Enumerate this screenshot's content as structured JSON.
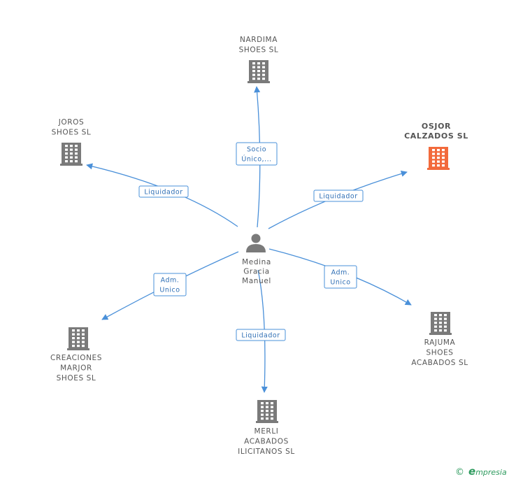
{
  "colors": {
    "edge": "#4a90d9",
    "building": "#7a7a7a",
    "building_highlight": "#f26a3c",
    "person": "#7a7a7a",
    "brand": "#2e9b5e"
  },
  "center": {
    "icon": "person-icon",
    "lines": [
      "Medina",
      "Gracia",
      "Manuel"
    ]
  },
  "companies": [
    {
      "id": "nardima",
      "icon": "building-icon",
      "lines": [
        "NARDIMA",
        "SHOES SL"
      ],
      "highlight": false
    },
    {
      "id": "joros",
      "icon": "building-icon",
      "lines": [
        "JOROS",
        "SHOES SL"
      ],
      "highlight": false
    },
    {
      "id": "osjor",
      "icon": "building-icon",
      "lines": [
        "OSJOR",
        "CALZADOS SL"
      ],
      "highlight": true
    },
    {
      "id": "creaciones",
      "icon": "building-icon",
      "lines": [
        "CREACIONES",
        "MARJOR",
        "SHOES  SL"
      ],
      "highlight": false
    },
    {
      "id": "rajuma",
      "icon": "building-icon",
      "lines": [
        "RAJUMA",
        "SHOES",
        "ACABADOS SL"
      ],
      "highlight": false
    },
    {
      "id": "merli",
      "icon": "building-icon",
      "lines": [
        "MERLI",
        "ACABADOS",
        "ILICITANOS SL"
      ],
      "highlight": false
    }
  ],
  "relations": [
    {
      "target": "nardima",
      "lines": [
        "Socio",
        "Único,..."
      ]
    },
    {
      "target": "joros",
      "lines": [
        "Liquidador"
      ]
    },
    {
      "target": "osjor",
      "lines": [
        "Liquidador"
      ]
    },
    {
      "target": "creaciones",
      "lines": [
        "Adm.",
        "Unico"
      ]
    },
    {
      "target": "rajuma",
      "lines": [
        "Adm.",
        "Unico"
      ]
    },
    {
      "target": "merli",
      "lines": [
        "Liquidador"
      ]
    }
  ],
  "footer": {
    "copyright_symbol": "©",
    "brand_initial": "e",
    "brand_rest": "mpresia"
  }
}
